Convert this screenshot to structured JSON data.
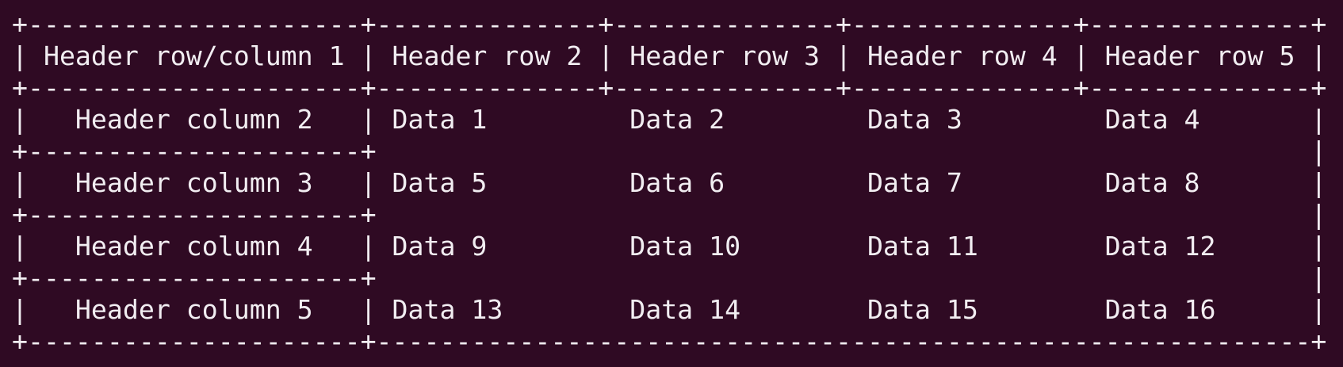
{
  "colors": {
    "background": "#2f0a23",
    "foreground": "#f1edf1"
  },
  "terminal": {
    "lines": [
      "+---------------------+--------------+--------------+--------------+--------------+",
      "| Header row/column 1 | Header row 2 | Header row 3 | Header row 4 | Header row 5 |",
      "+---------------------+--------------+--------------+--------------+--------------+",
      "|   Header column 2   | Data 1         Data 2         Data 3         Data 4       |",
      "+---------------------+                                                           |",
      "|   Header column 3   | Data 5         Data 6         Data 7         Data 8       |",
      "+---------------------+                                                           |",
      "|   Header column 4   | Data 9         Data 10        Data 11        Data 12      |",
      "+---------------------+                                                           |",
      "|   Header column 5   | Data 13        Data 14        Data 15        Data 16      |",
      "+---------------------+-----------------------------------------------------------+"
    ]
  },
  "ascii_table": {
    "corner_header": "Header row/column 1",
    "column_headers": [
      "Header row 2",
      "Header row 3",
      "Header row 4",
      "Header row 5"
    ],
    "row_headers": [
      "Header column 2",
      "Header column 3",
      "Header column 4",
      "Header column 5"
    ],
    "data_rows": [
      [
        "Data 1",
        "Data 2",
        "Data 3",
        "Data 4"
      ],
      [
        "Data 5",
        "Data 6",
        "Data 7",
        "Data 8"
      ],
      [
        "Data 9",
        "Data 10",
        "Data 11",
        "Data 12"
      ],
      [
        "Data 13",
        "Data 14",
        "Data 15",
        "Data 16"
      ]
    ]
  }
}
